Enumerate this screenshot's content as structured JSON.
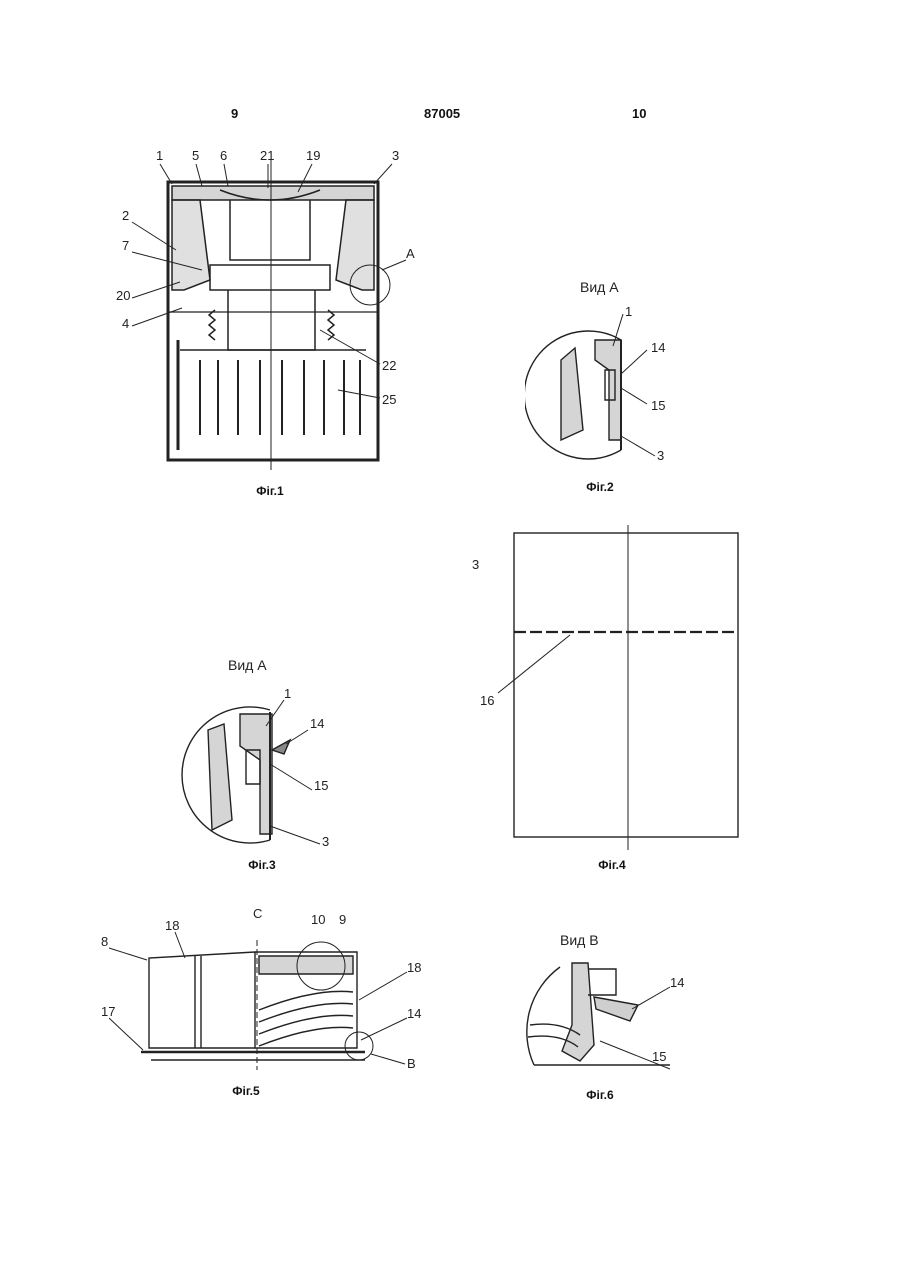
{
  "header": {
    "left_page": "9",
    "patent_number": "87005",
    "right_page": "10"
  },
  "figures": {
    "fig1": {
      "caption": "Фіг.1",
      "labels": [
        "1",
        "5",
        "6",
        "21",
        "19",
        "3",
        "2",
        "7",
        "20",
        "4",
        "A",
        "22",
        "25"
      ]
    },
    "fig2": {
      "caption": "Фіг.2",
      "view_title": "Вид А",
      "labels": [
        "1",
        "14",
        "15",
        "3"
      ]
    },
    "fig3": {
      "caption": "Фіг.3",
      "view_title": "Вид А",
      "labels": [
        "1",
        "14",
        "15",
        "3"
      ]
    },
    "fig4": {
      "caption": "Фіг.4",
      "labels": [
        "3",
        "16"
      ]
    },
    "fig5": {
      "caption": "Фіг.5",
      "labels": [
        "C",
        "10",
        "9",
        "8",
        "18",
        "18",
        "17",
        "14",
        "B"
      ]
    },
    "fig6": {
      "caption": "Фіг.6",
      "view_title": "Вид В",
      "labels": [
        "14",
        "15"
      ]
    }
  }
}
